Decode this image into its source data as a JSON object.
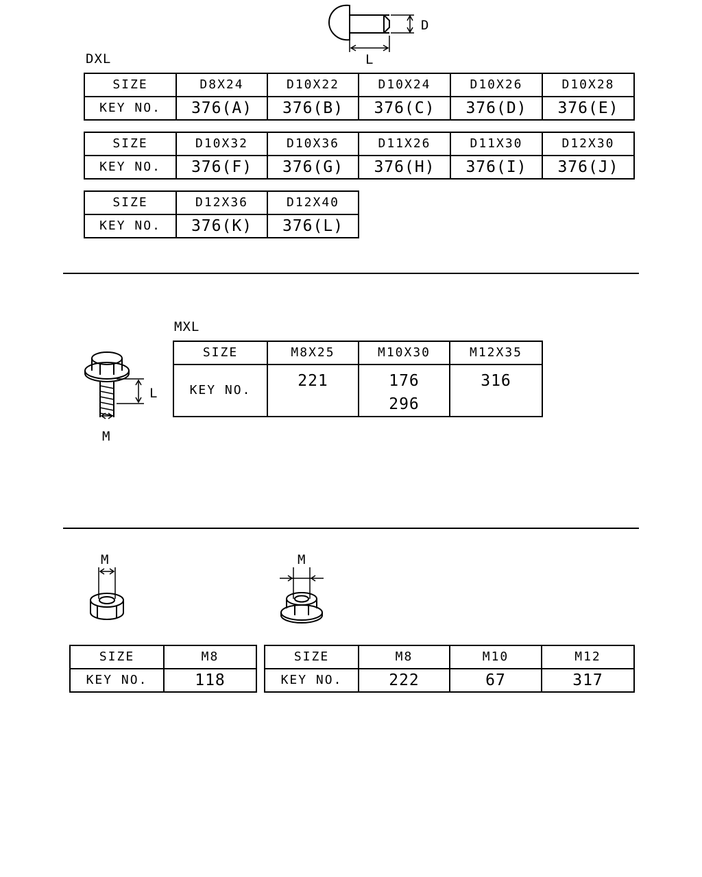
{
  "section1": {
    "label": "DXL",
    "dim_D": "D",
    "dim_L": "L",
    "size_label": "SIZE",
    "key_label": "KEY NO.",
    "rows": [
      {
        "sizes": [
          "D8X24",
          "D10X22",
          "D10X24",
          "D10X26",
          "D10X28"
        ],
        "keys": [
          "376(A)",
          "376(B)",
          "376(C)",
          "376(D)",
          "376(E)"
        ]
      },
      {
        "sizes": [
          "D10X32",
          "D10X36",
          "D11X26",
          "D11X30",
          "D12X30"
        ],
        "keys": [
          "376(F)",
          "376(G)",
          "376(H)",
          "376(I)",
          "376(J)"
        ]
      },
      {
        "sizes": [
          "D12X36",
          "D12X40"
        ],
        "keys": [
          "376(K)",
          "376(L)"
        ]
      }
    ]
  },
  "section2": {
    "label": "MXL",
    "dim_L": "L",
    "dim_M": "M",
    "size_label": "SIZE",
    "key_label": "KEY NO.",
    "sizes": [
      "M8X25",
      "M10X30",
      "M12X35"
    ],
    "keys": [
      [
        "221"
      ],
      [
        "176",
        "296"
      ],
      [
        "316"
      ]
    ]
  },
  "section3": {
    "nut1": {
      "dim_M": "M",
      "size_label": "SIZE",
      "key_label": "KEY NO.",
      "sizes": [
        "M8"
      ],
      "keys": [
        "118"
      ]
    },
    "nut2": {
      "dim_M": "M",
      "size_label": "SIZE",
      "key_label": "KEY NO.",
      "sizes": [
        "M8",
        "M10",
        "M12"
      ],
      "keys": [
        "222",
        "67",
        "317"
      ]
    }
  }
}
